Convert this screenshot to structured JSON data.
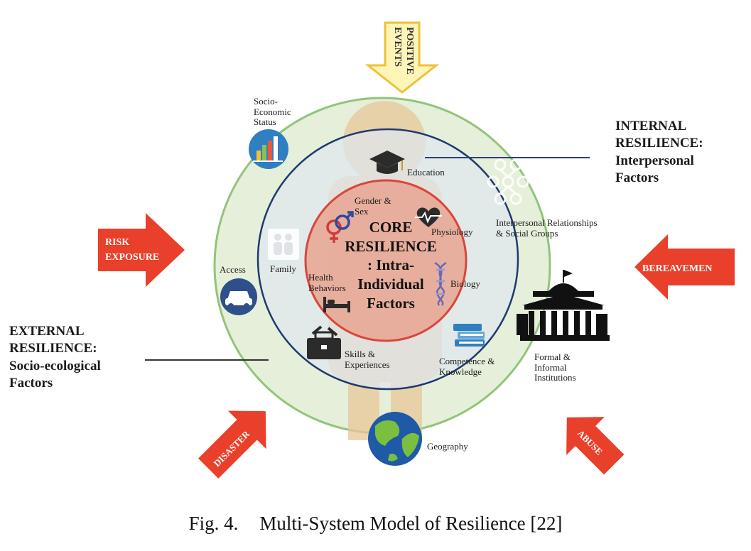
{
  "core": {
    "line1": "CORE",
    "line2": "RESILIENCE",
    "line3": ": Intra-",
    "line4": "Individual",
    "line5": "Factors"
  },
  "internal": {
    "line1": "INTERNAL",
    "line2": "RESILIENCE:",
    "line3": "Interpersonal",
    "line4": "Factors"
  },
  "external": {
    "line1": "EXTERNAL",
    "line2": "RESILIENCE:",
    "line3": "Socio-ecological",
    "line4": "Factors"
  },
  "arrows": {
    "positive_line1": "POSITIVE",
    "positive_line2": "EVENTS",
    "risk_line1": "RISK",
    "risk_line2": "EXPOSURE",
    "bereavement": "BEREAVEMEN",
    "disaster": "DISASTER",
    "abuse": "ABUSE"
  },
  "labels": {
    "socio_line1": "Socio-",
    "socio_line2": "Economic",
    "socio_line3": "Status",
    "education": "Education",
    "gender_line1": "Gender &",
    "gender_line2": "Sex",
    "physiology": "Physiology",
    "interpersonal_line1": "Interpersonal Relationships",
    "interpersonal_line2": "& Social Groups",
    "family": "Family",
    "access": "Access",
    "health_line1": "Health",
    "health_line2": "Behaviors",
    "biology": "Biology",
    "skills_line1": "Skills &",
    "skills_line2": "Experiences",
    "competence_line1": "Competence &",
    "competence_line2": "Knowledge",
    "formal_line1": "Formal &",
    "formal_line2": "Informal",
    "formal_line3": "Institutions",
    "geography": "Geography"
  },
  "caption": {
    "fig": "Fig. 4.",
    "title": "Multi-System Model of Resilience [22]"
  },
  "colors": {
    "outer_ring": "#e6efd9",
    "outer_ring_stroke": "#92c47a",
    "middle_ring": "#dfe6ee",
    "middle_ring_stroke": "#1f3a6e",
    "core_fill": "#e8a896",
    "core_stroke": "#d9463a",
    "arrow_red": "#e8402a",
    "arrow_yellow": "#fff5b8",
    "silhouette": "#e8c79a"
  },
  "icons": [
    "bar-chart-icon",
    "graduation-cap-icon",
    "gender-symbol-icon",
    "heart-pulse-icon",
    "people-network-icon",
    "family-icon",
    "car-icon",
    "bed-icon",
    "dna-icon",
    "toolbox-icon",
    "books-icon",
    "government-building-icon",
    "globe-icon"
  ]
}
